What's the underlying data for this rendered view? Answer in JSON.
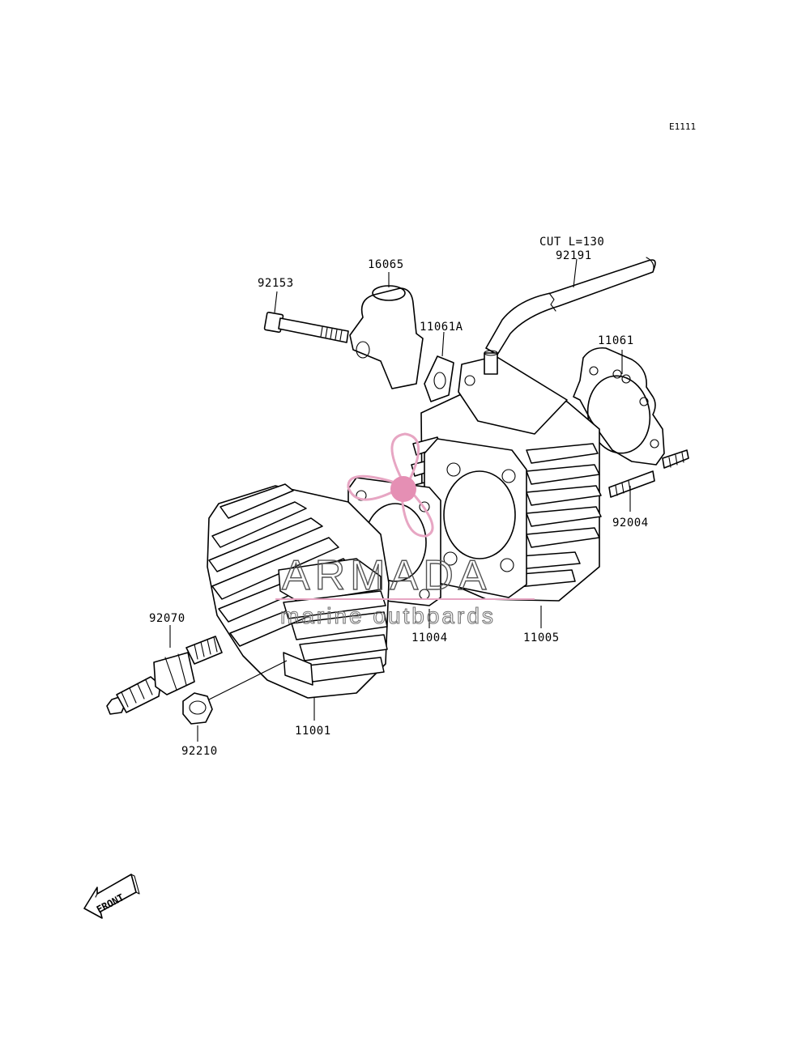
{
  "diagram_ref": "E1111",
  "parts": {
    "p92153": "92153",
    "p16065": "16065",
    "p11061A": "11061A",
    "p92191_note": "CUT L=130",
    "p92191": "92191",
    "p11061": "11061",
    "p92004": "92004",
    "p92070": "92070",
    "p11004": "11004",
    "p11005": "11005",
    "p11001": "11001",
    "p92210": "92210"
  },
  "front_arrow": "FRONT",
  "watermark": {
    "brand": "ARMADA",
    "tagline": "marine outboards",
    "accent_color": "#e58fb4"
  }
}
